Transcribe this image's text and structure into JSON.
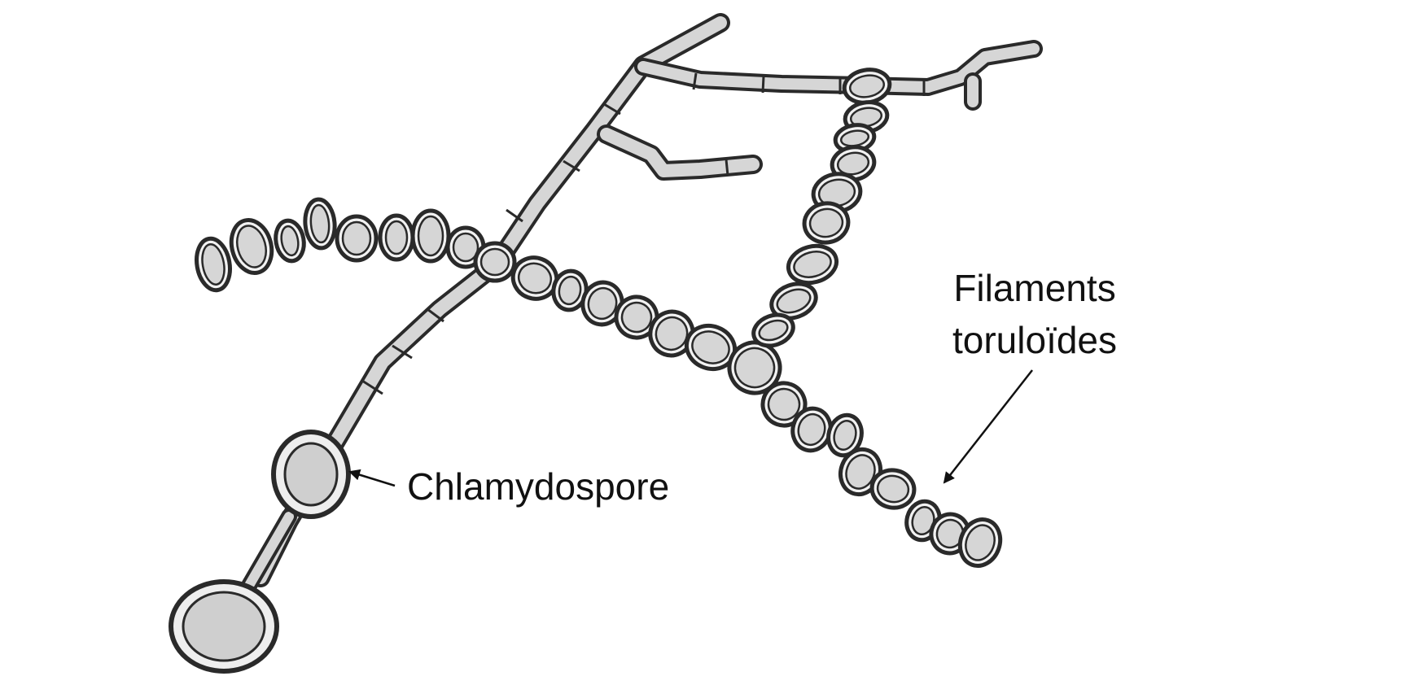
{
  "labels": {
    "chlamydospore": "Chlamydospore",
    "filaments_line1": "Filaments",
    "filaments_line2": "toruloïdes"
  },
  "colors": {
    "ink": "#2a2a2a",
    "fill": "#d6d6d6",
    "background": "#ffffff"
  }
}
